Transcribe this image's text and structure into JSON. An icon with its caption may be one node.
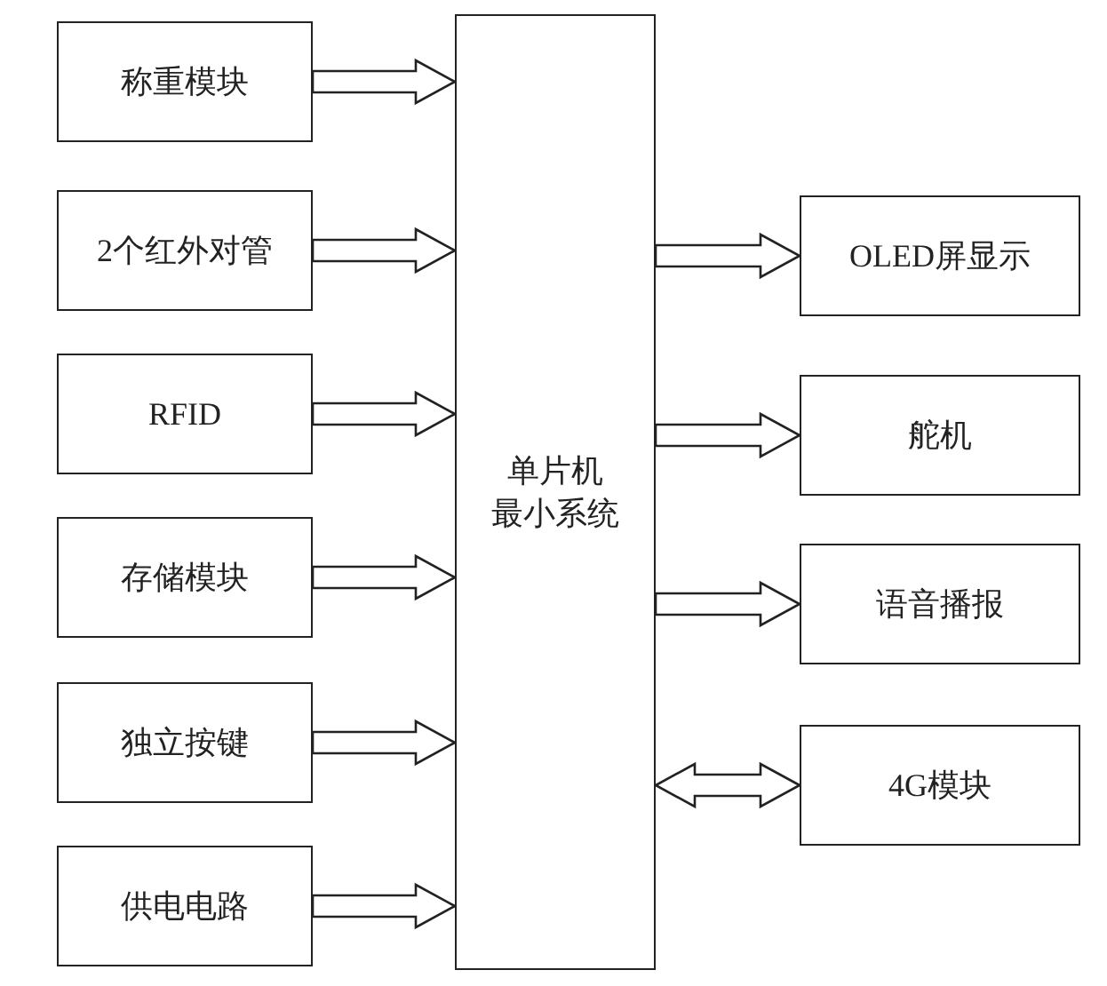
{
  "diagram": {
    "nodes": [
      {
        "text": [
          "称重模块"
        ]
      },
      {
        "text": [
          "2个红外对管"
        ]
      },
      {
        "text": [
          "RFID"
        ]
      },
      {
        "text": [
          "存储模块"
        ]
      },
      {
        "text": [
          "独立按键"
        ]
      },
      {
        "text": [
          "供电电路"
        ]
      },
      {
        "text": [
          "单片机",
          "最小系统"
        ]
      },
      {
        "text": [
          "OLED屏显示"
        ]
      },
      {
        "text": [
          "舵机"
        ]
      },
      {
        "text": [
          "语音播报"
        ]
      },
      {
        "text": [
          "4G模块"
        ]
      }
    ],
    "edges": [
      {
        "from": 0,
        "to": 6,
        "arrow": "to"
      },
      {
        "from": 1,
        "to": 6,
        "arrow": "to"
      },
      {
        "from": 2,
        "to": 6,
        "arrow": "to"
      },
      {
        "from": 3,
        "to": 6,
        "arrow": "to"
      },
      {
        "from": 4,
        "to": 6,
        "arrow": "to"
      },
      {
        "from": 5,
        "to": 6,
        "arrow": "to"
      },
      {
        "from": 6,
        "to": 7,
        "arrow": "to"
      },
      {
        "from": 6,
        "to": 8,
        "arrow": "to"
      },
      {
        "from": 6,
        "to": 9,
        "arrow": "to"
      },
      {
        "from": 10,
        "to": 6,
        "arrow": "both"
      }
    ]
  }
}
